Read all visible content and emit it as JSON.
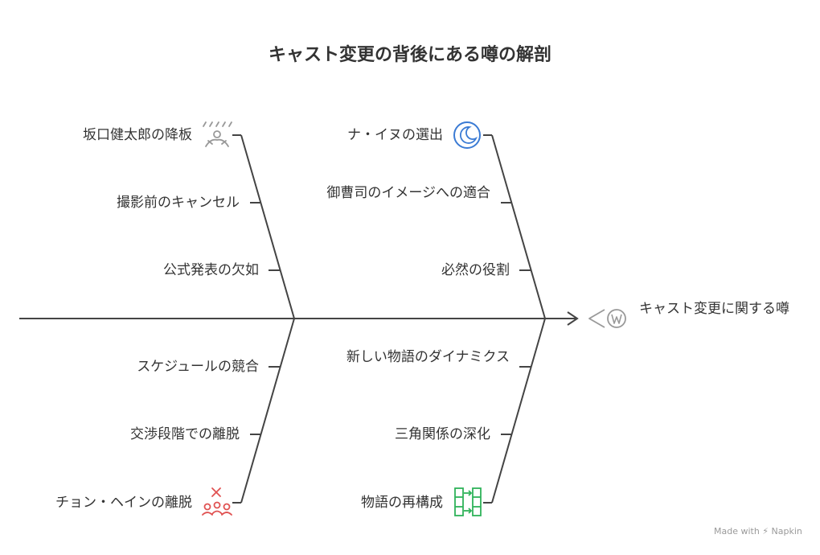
{
  "title": "キャスト変更の背後にある噂の解剖",
  "effect": "キャスト変更に関する噂",
  "causes": {
    "top_left": [
      "坂口健太郎の降板",
      "撮影前のキャンセル",
      "公式発表の欠如"
    ],
    "top_right": [
      "ナ・イヌの選出",
      "御曹司のイメージへの適合",
      "必然の役割"
    ],
    "bottom_left": [
      "スケジュールの競合",
      "交渉段階での離脱",
      "チョン・ヘインの離脱"
    ],
    "bottom_right": [
      "新しい物語のダイナミクス",
      "三角関係の深化",
      "物語の再構成"
    ]
  },
  "icons": {
    "top_left_end": "person-rain-icon",
    "top_right_end": "moon-circle-icon",
    "bottom_left_end": "group-removed-icon",
    "bottom_right_end": "restructure-icon",
    "effect": "megaphone-w-icon"
  },
  "colors": {
    "line": "#444444",
    "moon_icon": "#3b7bd4",
    "group_icon": "#e05252",
    "restructure_icon": "#2fb35a",
    "neutral_icon": "#999999"
  },
  "watermark": "Made with ⚡ Napkin"
}
